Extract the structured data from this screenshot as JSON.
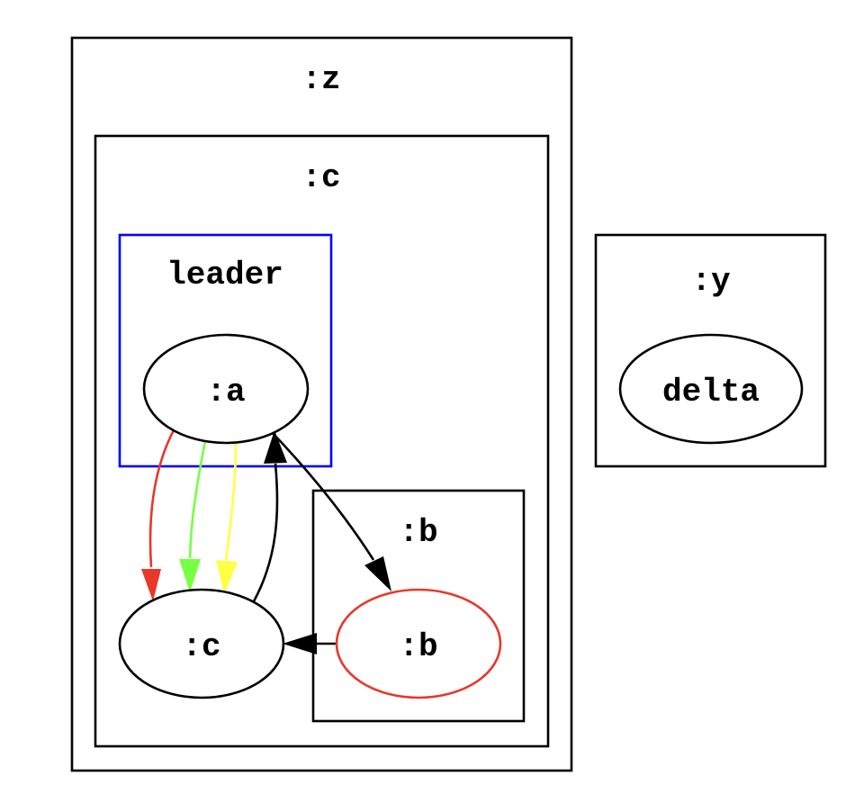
{
  "clusters": {
    "z": {
      "label": ":z",
      "color": "#000000"
    },
    "c": {
      "label": ":c",
      "color": "#000000"
    },
    "leader": {
      "label": "leader",
      "color": "#0000ff"
    },
    "b": {
      "label": ":b",
      "color": "#000000"
    },
    "y": {
      "label": ":y",
      "color": "#000000"
    }
  },
  "nodes": {
    "a": {
      "label": ":a",
      "color": "#000000"
    },
    "c": {
      "label": ":c",
      "color": "#000000"
    },
    "b": {
      "label": ":b",
      "color": "#e8382a"
    },
    "delta": {
      "label": "delta",
      "color": "#000000"
    }
  },
  "edges": [
    {
      "from": ":a",
      "to": ":c",
      "color": "#e8382a"
    },
    {
      "from": ":a",
      "to": ":c",
      "color": "#77ff44"
    },
    {
      "from": ":a",
      "to": ":c",
      "color": "#ffff44"
    },
    {
      "from": ":c",
      "to": ":a",
      "color": "#000000"
    },
    {
      "from": ":a",
      "to": ":b",
      "color": "#000000"
    },
    {
      "from": ":b",
      "to": ":c",
      "color": "#000000"
    }
  ]
}
